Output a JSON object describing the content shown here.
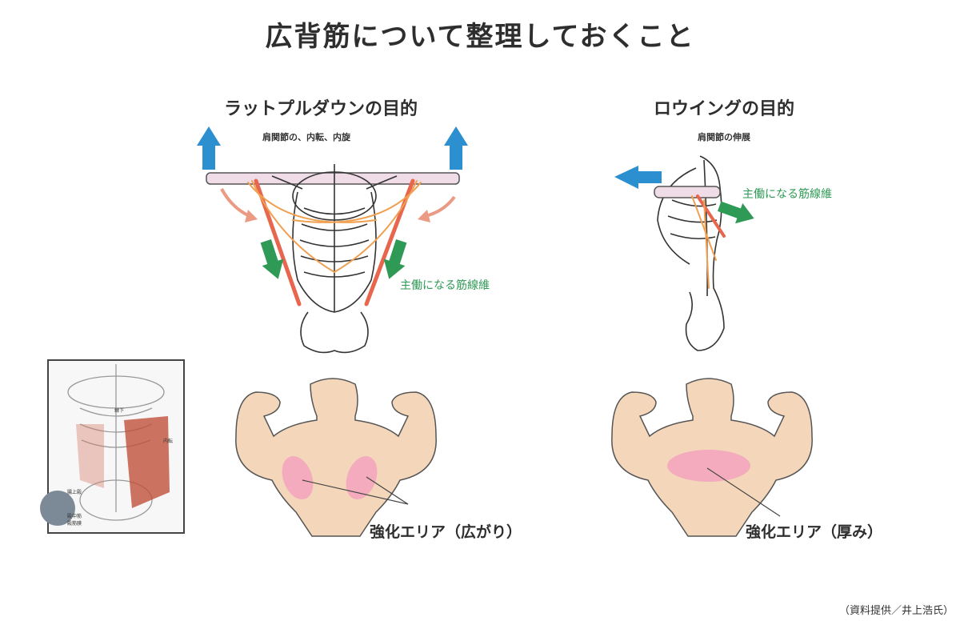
{
  "title": "広背筋について整理しておくこと",
  "left_section": {
    "heading": "ラットプルダウンの目的",
    "subheading": "肩関節の、内転、内旋",
    "muscle_label": "主働になる筋線維",
    "area_label": "強化エリア（広がり）"
  },
  "right_section": {
    "heading": "ロウイングの目的",
    "subheading": "肩関節の伸展",
    "muscle_label": "主働になる筋線維",
    "area_label": "強化エリア（厚み）"
  },
  "inset": {
    "labels": [
      "棘下",
      "内転",
      "腸上殿",
      "殿中筋\n殿筋膜"
    ]
  },
  "credit": "（資料提供／井上浩氏）",
  "colors": {
    "arrow_blue": "#2b8fd0",
    "arrow_green": "#2f9a55",
    "arrow_salmon": "#eb9a84",
    "muscle_red": "#e8664d",
    "muscle_orange": "#f0a050",
    "skin": "#f4d7ba",
    "highlight_pink": "#f2a3bd",
    "bar_pink": "#f0dce6"
  }
}
